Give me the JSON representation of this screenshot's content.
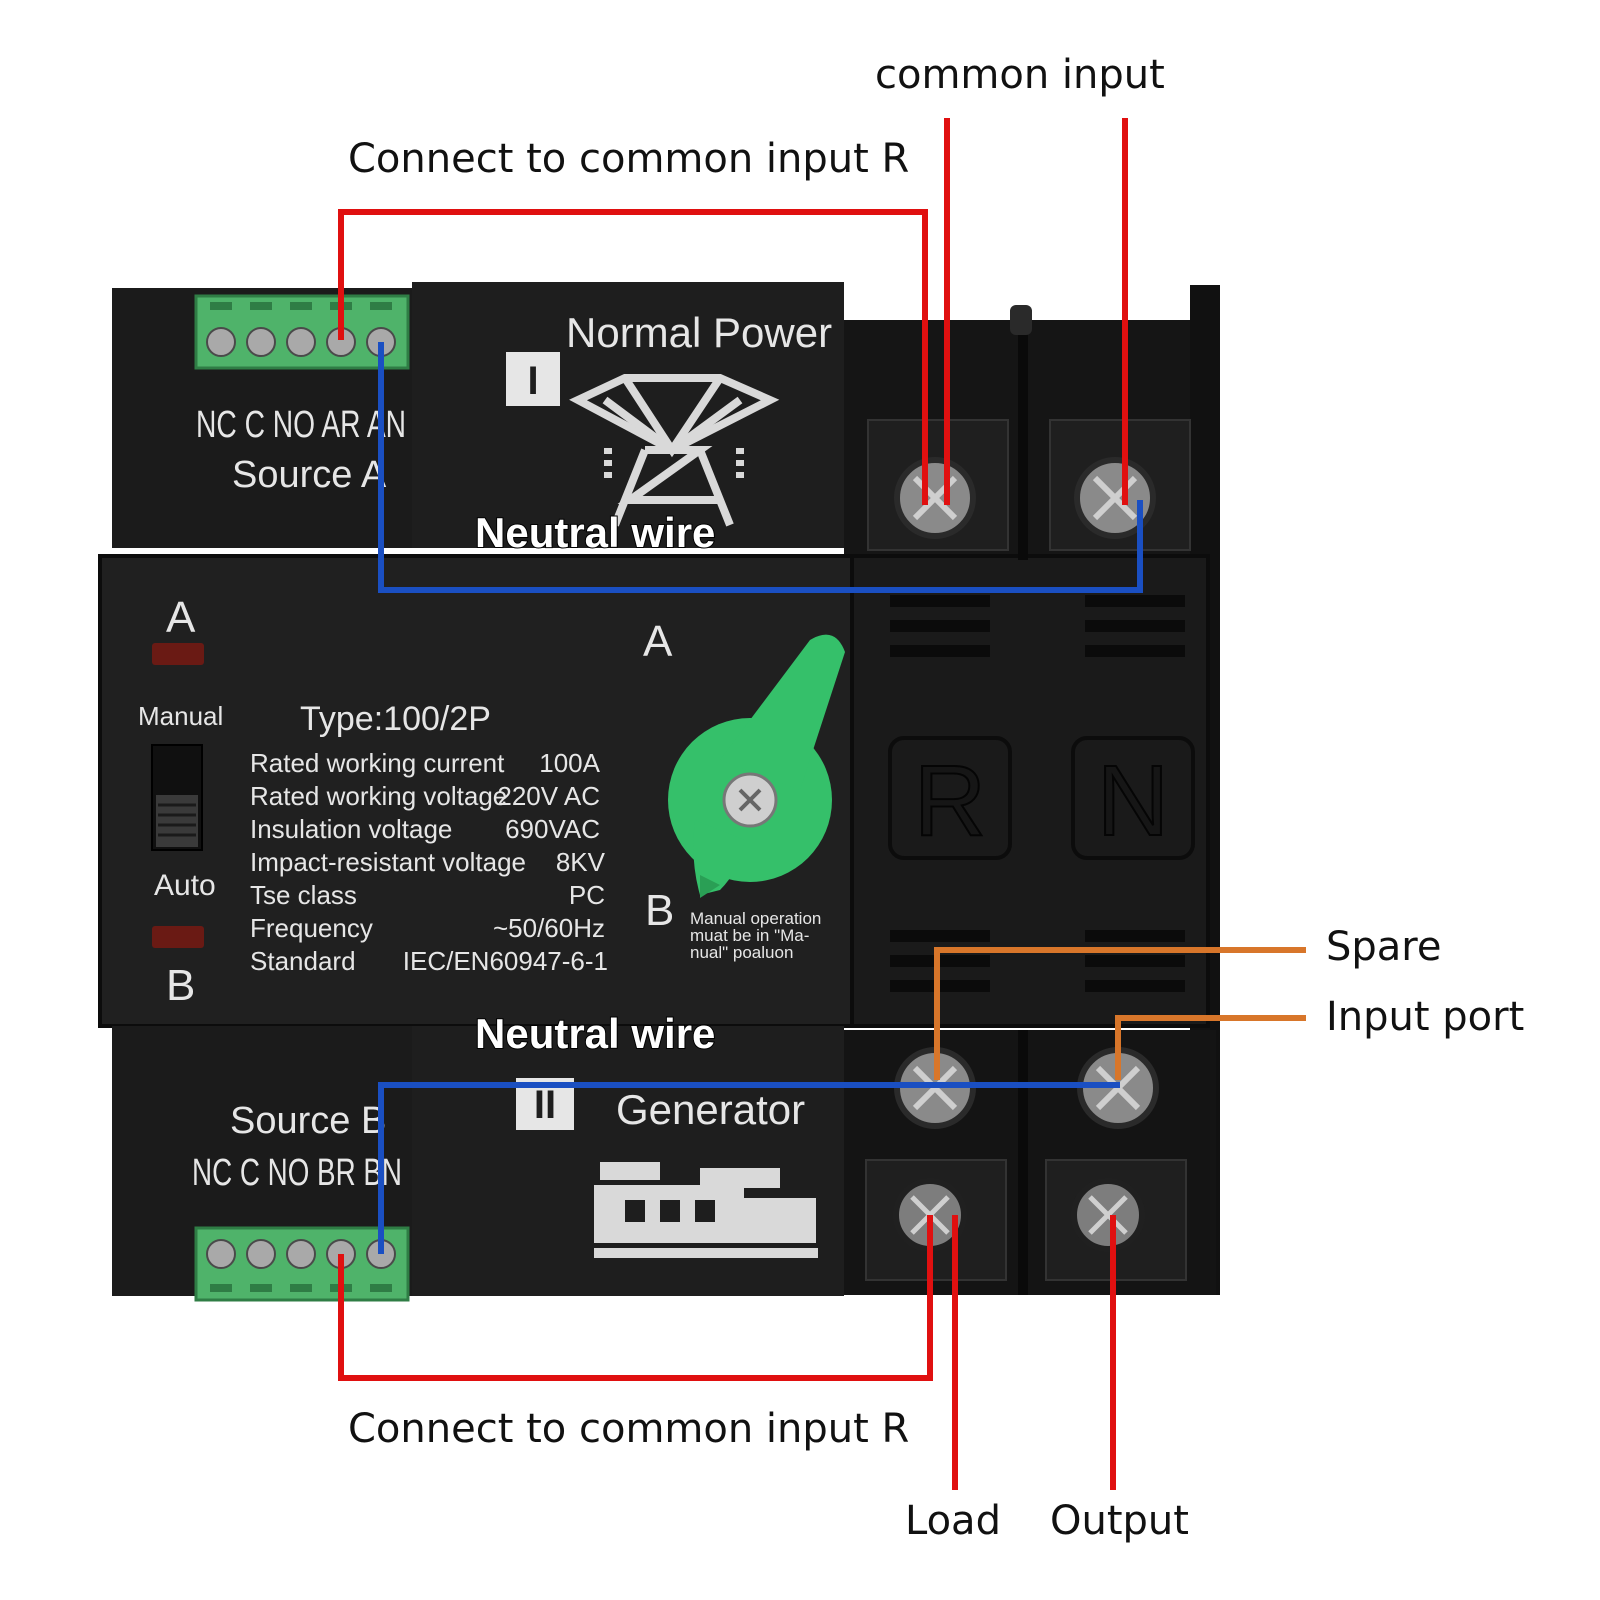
{
  "colors": {
    "background": "#ffffff",
    "device_body": "#1c1c1c",
    "device_panel": "#222222",
    "terminal_block": "#4fb36a",
    "knob": "#35c06a",
    "red_wire": "#e01010",
    "blue_wire": "#1a4fc2",
    "orange_wire": "#d8762a",
    "led": "#6a1a14"
  },
  "callouts": {
    "common_input": "common input",
    "connect_top": "Connect to common input R",
    "connect_bottom": "Connect to common input R",
    "neutral_wire_top": "Neutral wire",
    "neutral_wire_bottom": "Neutral wire",
    "spare": "Spare",
    "input_port": "Input port",
    "load": "Load",
    "output": "Output"
  },
  "device": {
    "source_a": {
      "terminal_labels": "NC C NO AR AN",
      "name": "Source A",
      "badge": "I",
      "title": "Normal Power",
      "icon": "transmission-tower-icon"
    },
    "source_b": {
      "terminal_labels": "NC C NO BR BN",
      "name": "Source B",
      "badge": "II",
      "title": "Generator",
      "icon": "generator-icon"
    },
    "indicators": {
      "led_a_label": "A",
      "manual_label": "Manual",
      "auto_label": "Auto",
      "led_b_label": "B"
    },
    "knob": {
      "label_a": "A",
      "label_b": "B",
      "note_line1": "Manual operation",
      "note_line2": "muat be in  \"Ma-",
      "note_line3": "nual\"  poaluon"
    },
    "type": "Type:100/2P",
    "specs": [
      {
        "label": "Rated working current",
        "value": "100A"
      },
      {
        "label": "Rated working voltage",
        "value": "220V AC"
      },
      {
        "label": "Insulation voltage",
        "value": "690VAC"
      },
      {
        "label": "Impact-resistant voltage",
        "value": "8KV"
      },
      {
        "label": "Tse class",
        "value": "PC"
      },
      {
        "label": "Frequency",
        "value": "~50/60Hz"
      },
      {
        "label": "Standard",
        "value": "IEC/EN60947-6-1"
      }
    ],
    "pole_labels": {
      "left": "R",
      "right": "N"
    }
  }
}
